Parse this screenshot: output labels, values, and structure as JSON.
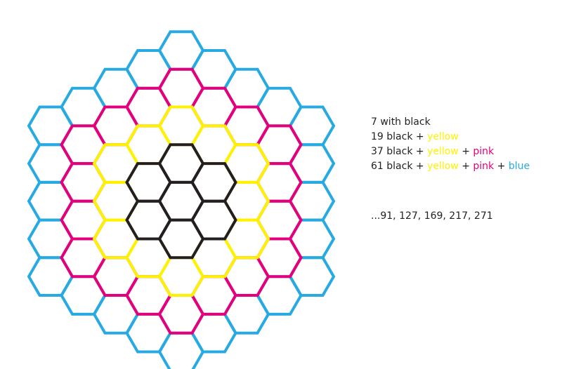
{
  "colors": {
    "black": "#231f20",
    "yellow": "#fff200",
    "pink": "#e4007c",
    "blue": "#27aae1",
    "text": "#231f20"
  },
  "legend": {
    "line1": {
      "text": "7 with black"
    },
    "line2": {
      "count": "19 black +",
      "yellow": "yellow"
    },
    "line3": {
      "count": "37 black +",
      "yellow": "yellow",
      "plus1": "+",
      "pink": "pink"
    },
    "line4": {
      "count": "61 black +",
      "yellow": "yellow",
      "plus1": "+",
      "pink": "pink",
      "plus2": "+",
      "blue": "blue"
    }
  },
  "sequence": "...91, 127, 169, 217, 271",
  "rings": [
    {
      "ring": 0,
      "color": "black",
      "cells": 1
    },
    {
      "ring": 1,
      "color": "black",
      "cells": 6
    },
    {
      "ring": 2,
      "color": "yellow",
      "cells": 12
    },
    {
      "ring": 3,
      "color": "pink",
      "cells": 18
    },
    {
      "ring": 4,
      "color": "blue",
      "cells": 24
    }
  ]
}
